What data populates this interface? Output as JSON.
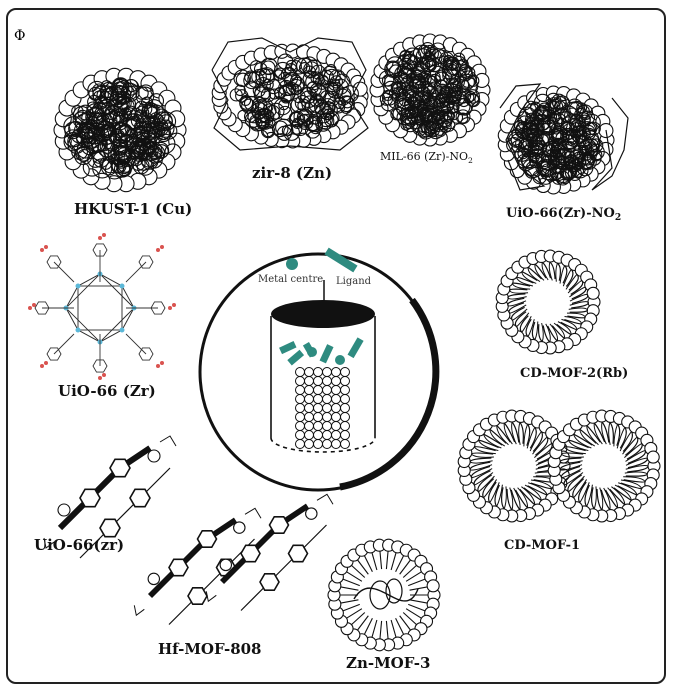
{
  "corner_mark": "Φ",
  "labels": {
    "hkust": "HKUST-1 (Cu)",
    "zir8": "zir-8 (Zn)",
    "mil66_base": "MIL-66 (Zr)-NO",
    "mil66_sub": "2",
    "uio66no2_base": "UiO-66(Zr)-NO",
    "uio66no2_sub": "2",
    "uio66zr": "UiO-66 (Zr)",
    "cdmof2": "CD-MOF-2(Rb)",
    "uio66zr_lower": "UiO-66(zr)",
    "hfmof808": "Hf-MOF-808",
    "znmof3": "Zn-MOF-3",
    "cdmof1": "CD-MOF-1"
  },
  "center": {
    "metal_label": "Metal centre",
    "ligand_label": "Ligand"
  },
  "colors": {
    "teal": "#2e8b80",
    "ink": "#111111",
    "oxygen_red": "#d9534f",
    "metal_blue": "#5bb8d8"
  }
}
